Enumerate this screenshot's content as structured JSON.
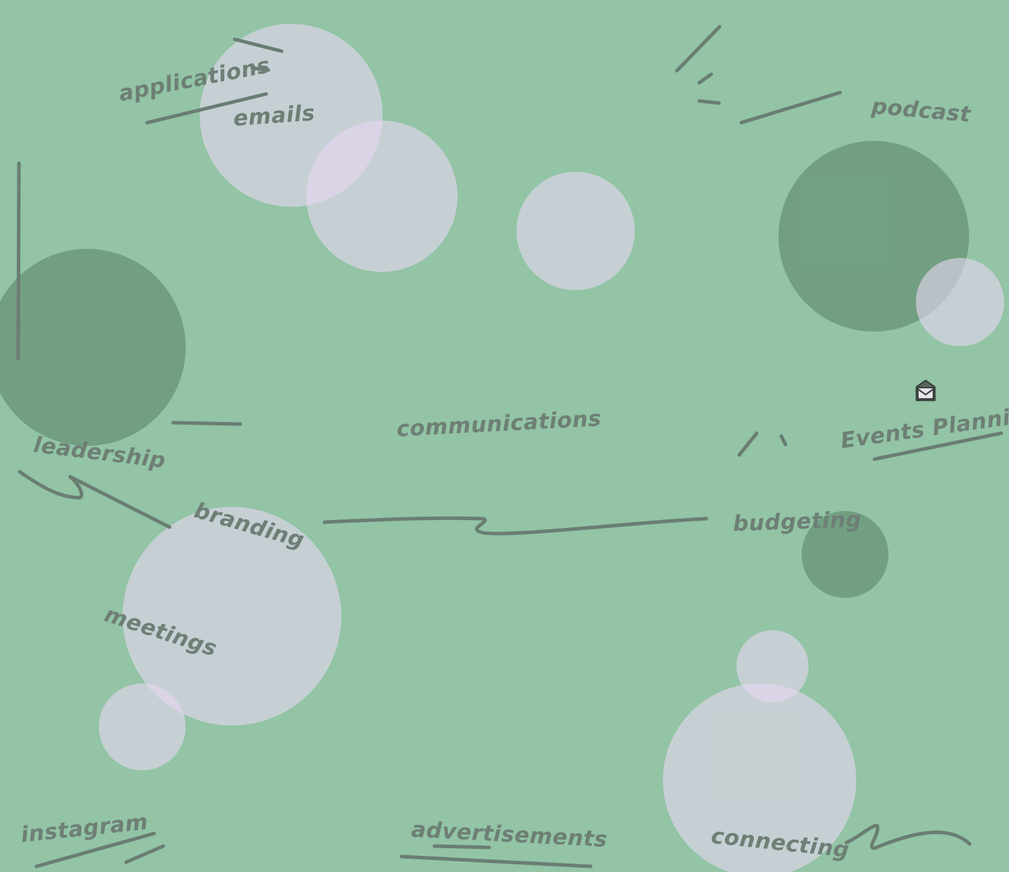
{
  "words": {
    "applications": "applications",
    "emails": "emails",
    "podcast": "podcast",
    "communications": "communications",
    "events_planning": "Events Planning",
    "leadership": "leadership",
    "branding": "branding",
    "budgeting": "budgeting",
    "meetings": "meetings",
    "instagram": "instagram",
    "advertisements": "advertisements",
    "connecting": "connecting"
  },
  "colors": {
    "background": "#92c4a5",
    "text": "#6e7f76",
    "stroke": "#6a7d73",
    "light_bubble": "#e6d7f0",
    "dark_bubble": "#588266"
  },
  "icons": {
    "mail": "open-envelope-icon"
  }
}
